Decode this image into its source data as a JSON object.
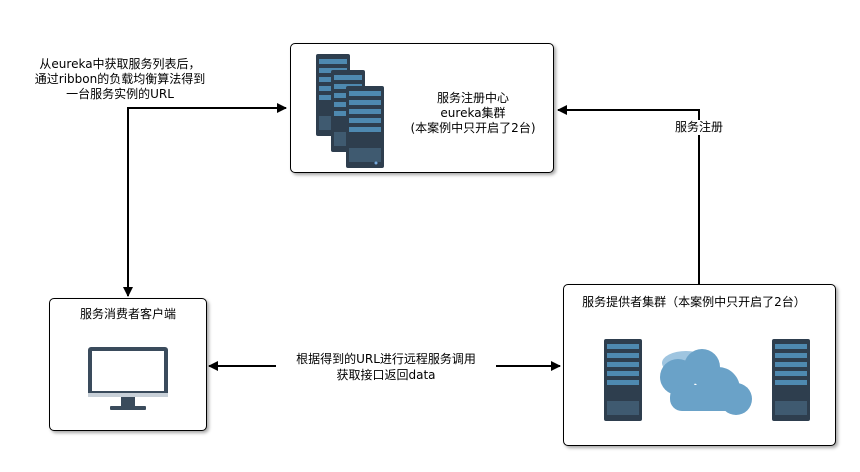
{
  "registry": {
    "title": "服务注册中心",
    "subtitle": "eureka集群",
    "note": "(本案例中只开启了2台)"
  },
  "consumer": {
    "title": "服务消费者客户端"
  },
  "provider": {
    "title": "服务提供者集群（本案例中只开启了2台）"
  },
  "edges": {
    "fetch_line1": "从eureka中获取服务列表后，",
    "fetch_line2": "通过ribbon的负载均衡算法得到",
    "fetch_line3": "一台服务实例的URL",
    "register": "服务注册",
    "call_line1": "根据得到的URL进行远程服务调用",
    "call_line2": "获取接口返回data"
  },
  "colors": {
    "server_body": "#2e3e4e",
    "server_panel": "#3f5a70",
    "server_slot": "#4e89b0",
    "cloud_dark": "#6aa2c8",
    "cloud_light": "#9fc5e0",
    "monitor_frame": "#3a4b5c"
  }
}
